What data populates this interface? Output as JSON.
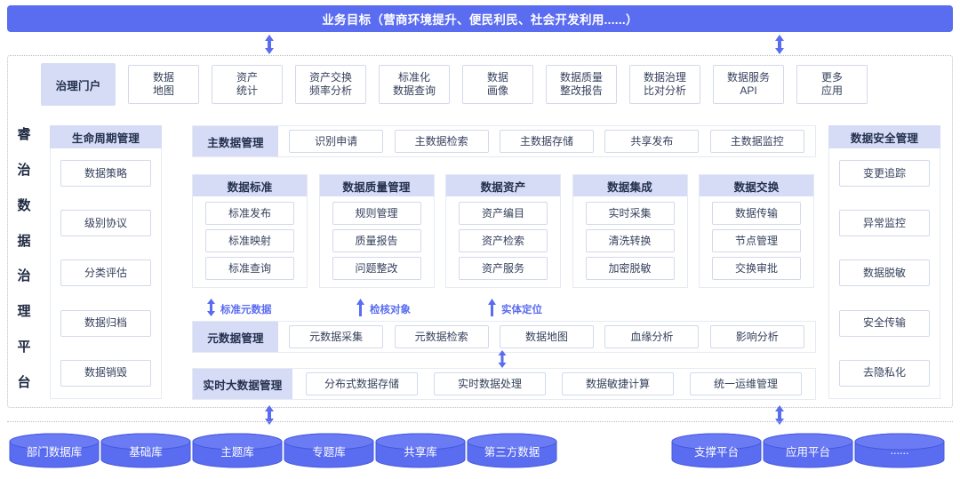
{
  "banner": {
    "title": "业务目标（营商环境提升、便民利民、社会开发利用......）"
  },
  "platform": {
    "vertical_title": "睿治数据治理平台",
    "vertical_chars": [
      "睿",
      "治",
      "数",
      "据",
      "治",
      "理",
      "平",
      "台"
    ]
  },
  "application_row": {
    "portal_label": "治理门户",
    "apps": [
      {
        "line1": "数据",
        "line2": "地图"
      },
      {
        "line1": "资产",
        "line2": "统计"
      },
      {
        "line1": "资产交换",
        "line2": "频率分析"
      },
      {
        "line1": "标准化",
        "line2": "数据查询"
      },
      {
        "line1": "数据",
        "line2": "画像"
      },
      {
        "line1": "数据质量",
        "line2": "整改报告"
      },
      {
        "line1": "数据治理",
        "line2": "比对分析"
      },
      {
        "line1": "数据服务",
        "line2": "API"
      },
      {
        "line1": "更多",
        "line2": "应用"
      }
    ]
  },
  "lifecycle_column": {
    "header": "生命周期管理",
    "items": [
      "数据策略",
      "级别协议",
      "分类评估",
      "数据归档",
      "数据销毁"
    ]
  },
  "security_column": {
    "header": "数据安全管理",
    "items": [
      "变更追踪",
      "异常监控",
      "数据脱敏",
      "安全传输",
      "去隐私化"
    ]
  },
  "master_data_row": {
    "header": "主数据管理",
    "items": [
      "识别申请",
      "主数据检索",
      "主数据存储",
      "共享发布",
      "主数据监控"
    ]
  },
  "mid_columns": [
    {
      "header": "数据标准",
      "items": [
        "标准发布",
        "标准映射",
        "标准查询"
      ]
    },
    {
      "header": "数据质量管理",
      "items": [
        "规则管理",
        "质量报告",
        "问题整改"
      ]
    },
    {
      "header": "数据资产",
      "items": [
        "资产编目",
        "资产检索",
        "资产服务"
      ]
    },
    {
      "header": "数据集成",
      "items": [
        "实时采集",
        "清洗转换",
        "加密脱敏"
      ]
    },
    {
      "header": "数据交换",
      "items": [
        "数据传输",
        "节点管理",
        "交换审批"
      ]
    }
  ],
  "annotations": [
    {
      "label": "标准元数据",
      "arrow": "double-arrow-icon"
    },
    {
      "label": "检核对象",
      "arrow": "up-arrow-icon"
    },
    {
      "label": "实体定位",
      "arrow": "up-arrow-icon"
    }
  ],
  "metadata_row": {
    "header": "元数据管理",
    "items": [
      "元数据采集",
      "元数据检索",
      "数据地图",
      "血缘分析",
      "影响分析"
    ]
  },
  "bigdata_row": {
    "header": "实时大数据管理",
    "items": [
      "分布式数据存储",
      "实时数据处理",
      "数据敏捷计算",
      "统一运维管理"
    ]
  },
  "data_sources": {
    "left_group": [
      "部门数据库",
      "基础库",
      "主题库",
      "专题库",
      "共享库",
      "第三方数据"
    ],
    "right_group": [
      "支撑平台",
      "应用平台",
      "......"
    ]
  },
  "colors": {
    "banner_bg": "#5a6cf0",
    "header_bg": "#d6dcf5",
    "accent": "#5a6cf0",
    "cell_border": "#d3d9ea",
    "cylinder_fill": "#5a6cf0"
  }
}
